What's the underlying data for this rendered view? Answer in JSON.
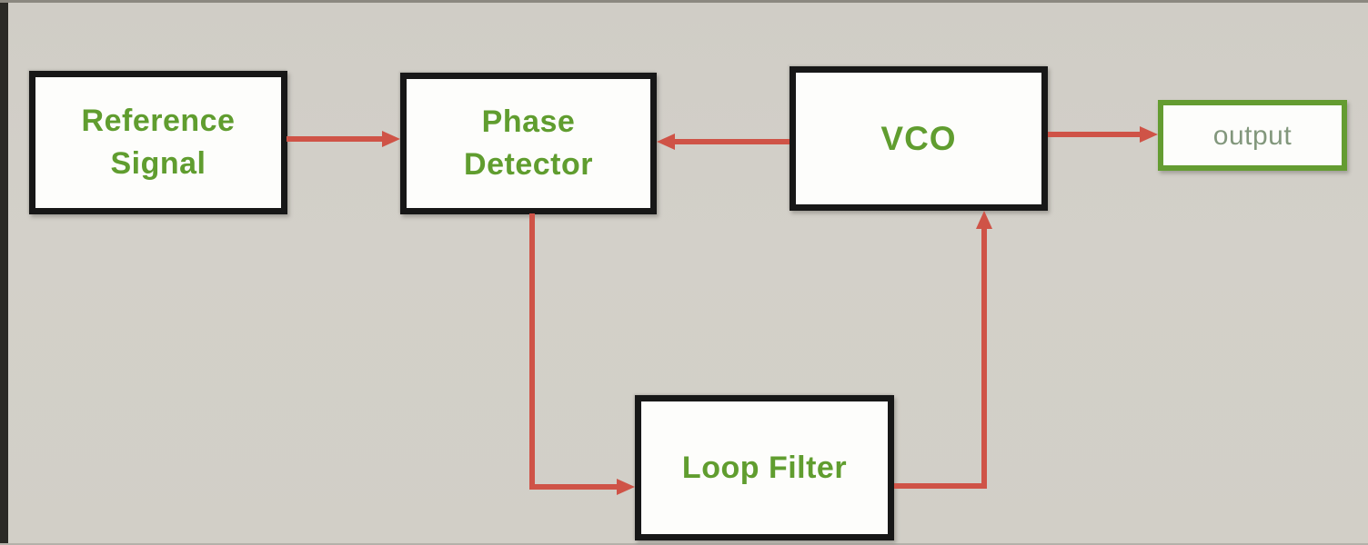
{
  "nodes": {
    "reference_signal": {
      "label": "Reference\nSignal"
    },
    "phase_detector": {
      "label": "Phase\nDetector"
    },
    "vco": {
      "label": "VCO"
    },
    "loop_filter": {
      "label": "Loop Filter"
    },
    "output": {
      "label": "output"
    }
  },
  "edges": [
    {
      "from": "reference_signal",
      "to": "phase_detector"
    },
    {
      "from": "vco",
      "to": "phase_detector"
    },
    {
      "from": "vco",
      "to": "output"
    },
    {
      "from": "phase_detector",
      "to": "loop_filter"
    },
    {
      "from": "loop_filter",
      "to": "vco"
    }
  ],
  "colors": {
    "background": "#d2cfc8",
    "box_fill": "#fdfdfb",
    "box_border": "#171717",
    "label_green": "#609d2f",
    "output_border": "#649c31",
    "output_text": "#82977c",
    "arrow_red": "#cf5347",
    "left_edge_bar": "#2b2a26"
  }
}
